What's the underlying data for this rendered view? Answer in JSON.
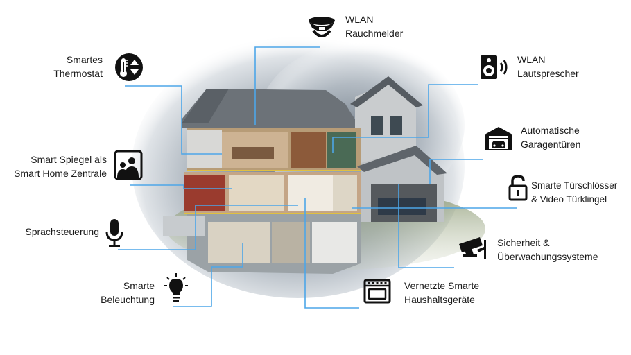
{
  "features": [
    {
      "id": "smoke",
      "icon": "smoke-detector-icon",
      "lines": [
        "WLAN",
        "Rauchmelder"
      ]
    },
    {
      "id": "thermostat",
      "icon": "thermostat-icon",
      "lines": [
        "Smartes",
        "Thermostat"
      ]
    },
    {
      "id": "speaker",
      "icon": "speaker-icon",
      "lines": [
        "WLAN",
        "Lautsprescher"
      ]
    },
    {
      "id": "garage",
      "icon": "garage-icon",
      "lines": [
        "Automatische",
        "Garagentüren"
      ]
    },
    {
      "id": "mirror",
      "icon": "smart-mirror-icon",
      "lines": [
        "Smart Spiegel als",
        "Smart Home Zentrale"
      ]
    },
    {
      "id": "lock",
      "icon": "padlock-icon",
      "lines": [
        "Smarte Türschlösser",
        "& Video Türklingel"
      ]
    },
    {
      "id": "voice",
      "icon": "microphone-icon",
      "lines": [
        "Sprachsteuerung"
      ]
    },
    {
      "id": "security",
      "icon": "security-camera-icon",
      "lines": [
        "Sicherheit &",
        "Überwachungssysteme"
      ]
    },
    {
      "id": "lighting",
      "icon": "light-bulb-icon",
      "lines": [
        "Smarte",
        "Beleuchtung"
      ]
    },
    {
      "id": "appliances",
      "icon": "oven-icon",
      "lines": [
        "Vernetzte Smarte",
        "Haushaltsgeräte"
      ]
    }
  ],
  "colors": {
    "connector": "#4da6e8",
    "icon": "#111111"
  }
}
